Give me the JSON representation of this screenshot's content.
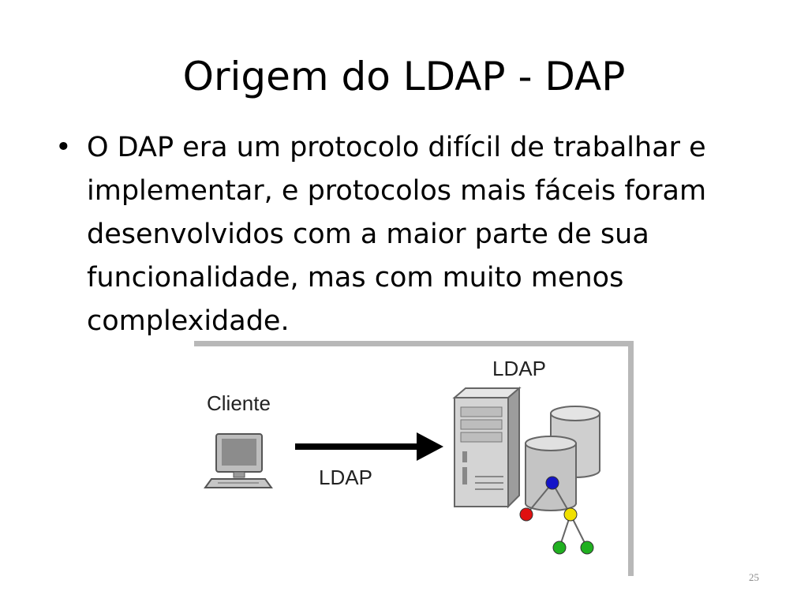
{
  "slide": {
    "title": "Origem do LDAP - DAP",
    "bullets": [
      {
        "mark": "•",
        "text": "O DAP era um protocolo difícil de trabalhar e implementar, e protocolos mais fáceis foram desenvolvidos com a maior parte de sua funcionalidade, mas com muito menos complexidade."
      }
    ],
    "figure": {
      "client_label": "Cliente",
      "arrow_label": "LDAP",
      "server_label": "LDAP",
      "icons": [
        "computer-icon",
        "arrow-right-icon",
        "server-tower-icon",
        "database-icon",
        "tree-nodes-icon"
      ]
    },
    "page_number": "25"
  }
}
